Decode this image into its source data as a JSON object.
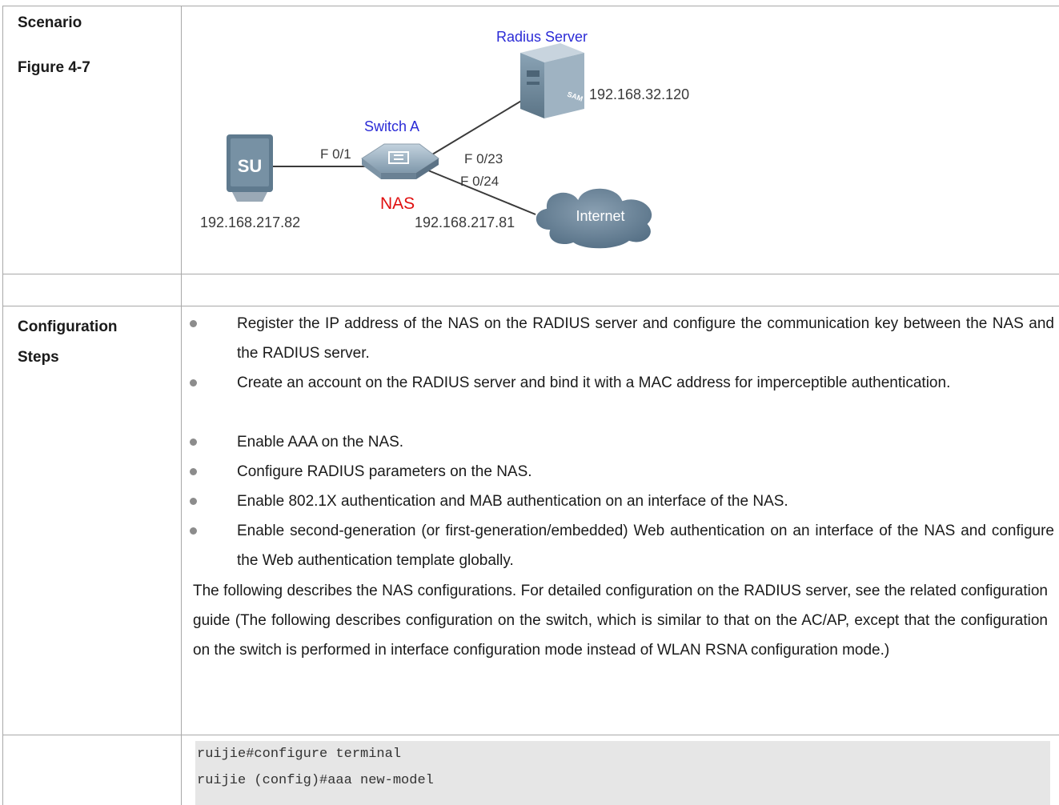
{
  "table": {
    "scenario_label": "Scenario",
    "figure_label": "Figure 4-7",
    "config_label_line1": "Configuration",
    "config_label_line2": "Steps"
  },
  "figure": {
    "radius_server_label": "Radius Server",
    "radius_server_ip": "192.168.32.120",
    "switch_label": "Switch A",
    "nas_label": "NAS",
    "port_f01": "F 0/1",
    "port_f023": "F 0/23",
    "port_f024": "F 0/24",
    "client_ip": "192.168.217.82",
    "switch_ip": "192.168.217.81",
    "internet_label": "Internet",
    "client_screen_text": "SU",
    "server_text": "SAM",
    "colors": {
      "blue_label": "#2b2bd6",
      "nas_red": "#e01010",
      "device_gray": "#6f8a9e"
    }
  },
  "steps": [
    "Register the IP address of the NAS on the RADIUS server and configure the communication key between the NAS and the RADIUS server.",
    "Create an account on the RADIUS server and bind it with a MAC address for imperceptible authentication.",
    "Enable AAA on the NAS.",
    "Configure RADIUS parameters on the NAS.",
    "Enable 802.1X authentication and MAB authentication on an interface of the NAS.",
    "Enable second-generation (or first-generation/embedded) Web authentication on an interface of the NAS and configure the Web authentication template globally."
  ],
  "description": "The following describes the NAS configurations. For detailed configuration on the RADIUS server, see the related configuration guide (The following describes configuration on the switch, which is similar to that on the AC/AP, except that the configuration on the switch is performed in interface configuration mode instead of WLAN RSNA configuration mode.)",
  "code_lines": [
    "ruijie#configure terminal",
    "ruijie (config)#aaa new-model"
  ]
}
